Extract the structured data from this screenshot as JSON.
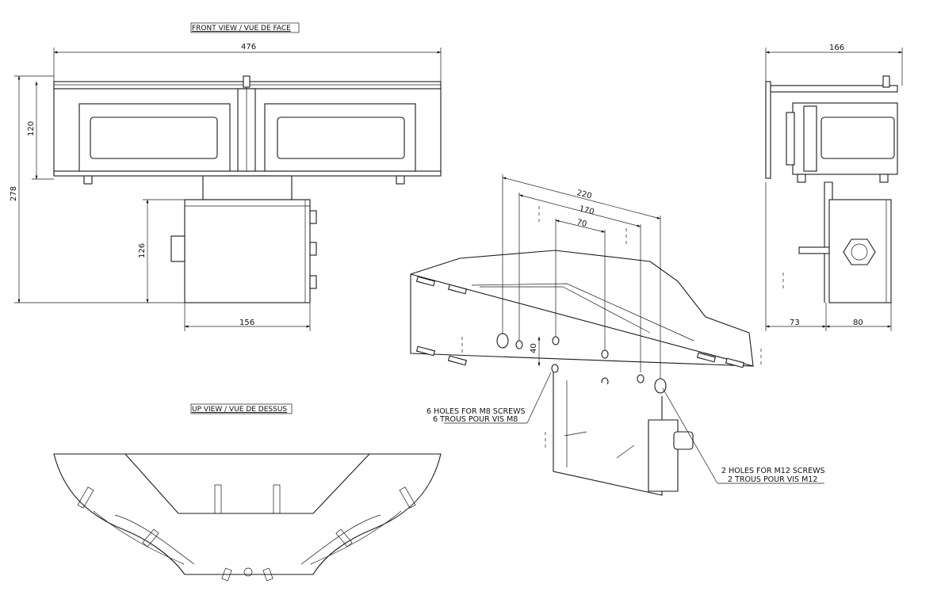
{
  "views": {
    "front_title": "FRONT VIEW / VUE DE FACE",
    "up_title": "UP VIEW / VUE DE DESSUS"
  },
  "dimensions": {
    "front_width": "476",
    "front_height_total": "278",
    "front_height_upper": "120",
    "front_height_box": "126",
    "front_box_width": "156",
    "side_width": "166",
    "side_left": "73",
    "side_right": "80",
    "iso_220": "220",
    "iso_170": "170",
    "iso_70": "70",
    "iso_40": "40"
  },
  "callouts": {
    "m8_en": "6 HOLES FOR M8 SCREWS",
    "m8_fr": "6 TROUS POUR VIS M8",
    "m12_en": "2 HOLES FOR M12 SCREWS",
    "m12_fr": "2 TROUS POUR VIS M12"
  }
}
